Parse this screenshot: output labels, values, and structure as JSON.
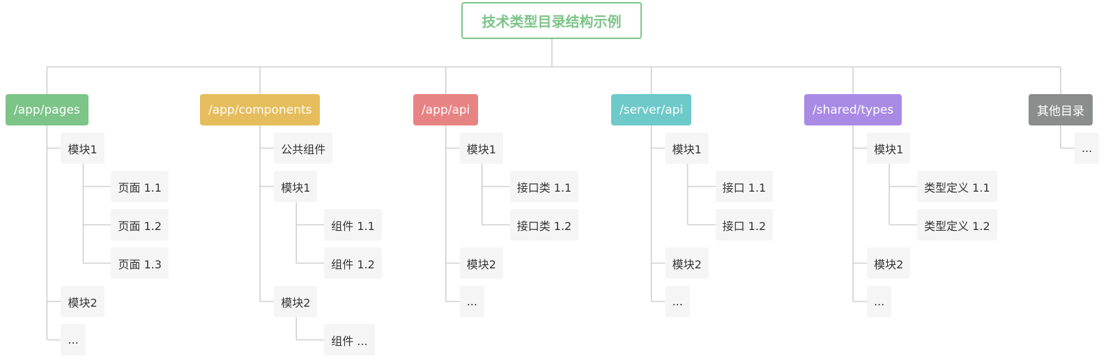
{
  "title": "技术类型目录结构示例",
  "colors": {
    "root_border": "#7cc488",
    "connector": "#cfcfcf",
    "leaf_bg": "#f5f5f5"
  },
  "branches": [
    {
      "label": "/app/pages",
      "color": "#7cc488",
      "children": [
        {
          "label": "模块1",
          "children": [
            {
              "label": "页面 1.1"
            },
            {
              "label": "页面 1.2"
            },
            {
              "label": "页面 1.3"
            }
          ]
        },
        {
          "label": "模块2"
        },
        {
          "label": "..."
        }
      ]
    },
    {
      "label": "/app/components",
      "color": "#e6bd5c",
      "children": [
        {
          "label": "公共组件"
        },
        {
          "label": "模块1",
          "children": [
            {
              "label": "组件 1.1"
            },
            {
              "label": "组件 1.2"
            }
          ]
        },
        {
          "label": "模块2",
          "children": [
            {
              "label": "组件 ..."
            }
          ]
        }
      ]
    },
    {
      "label": "/app/api",
      "color": "#e88383",
      "children": [
        {
          "label": "模块1",
          "children": [
            {
              "label": "接口类 1.1"
            },
            {
              "label": "接口类 1.2"
            }
          ]
        },
        {
          "label": "模块2"
        },
        {
          "label": "..."
        }
      ]
    },
    {
      "label": "/server/api",
      "color": "#6ec9c9",
      "children": [
        {
          "label": "模块1",
          "children": [
            {
              "label": "接口 1.1"
            },
            {
              "label": "接口 1.2"
            }
          ]
        },
        {
          "label": "模块2"
        },
        {
          "label": "..."
        }
      ]
    },
    {
      "label": "/shared/types",
      "color": "#a98be6",
      "children": [
        {
          "label": "模块1",
          "children": [
            {
              "label": "类型定义 1.1"
            },
            {
              "label": "类型定义 1.2"
            }
          ]
        },
        {
          "label": "模块2"
        },
        {
          "label": "..."
        }
      ]
    },
    {
      "label": "其他目录",
      "color": "#8b8d8c",
      "children": [
        {
          "label": "..."
        }
      ]
    }
  ]
}
